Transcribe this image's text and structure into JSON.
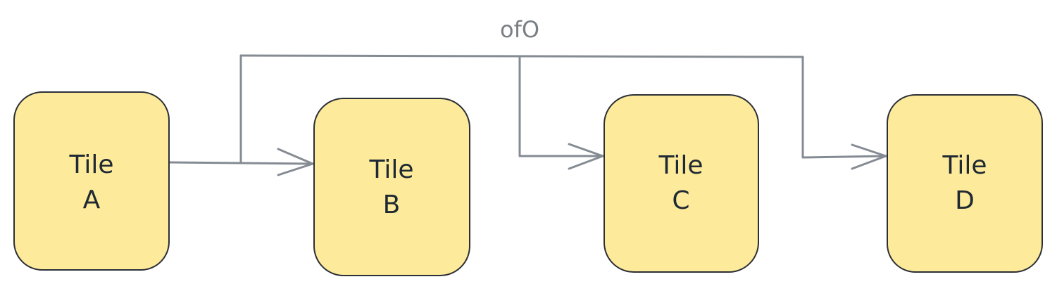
{
  "diagram": {
    "connection_label": "ofO",
    "tiles": [
      {
        "line1": "Tile",
        "line2": "A"
      },
      {
        "line1": "Tile",
        "line2": "B"
      },
      {
        "line1": "Tile",
        "line2": "C"
      },
      {
        "line1": "Tile",
        "line2": "D"
      }
    ],
    "colors": {
      "tile_fill": "#fdea9a",
      "tile_stroke": "#2b2f36",
      "edge_stroke": "#858b93",
      "edge_label": "#7a7f86",
      "text": "#1f2933"
    }
  }
}
